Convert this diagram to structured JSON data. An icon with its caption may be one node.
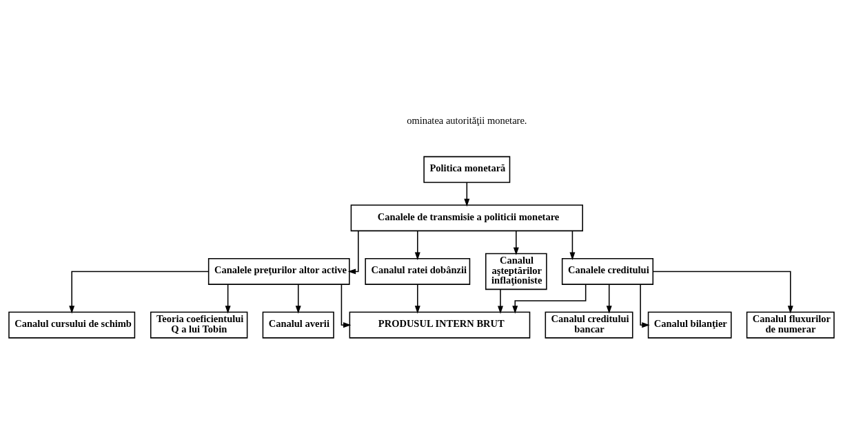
{
  "diagram": {
    "nodes": [
      {
        "text": [
          "Politica monetară"
        ]
      },
      {
        "text": [
          "Canalele de transmisie a politicii monetare"
        ]
      },
      {
        "text": [
          "Canalul ratei dobânzii"
        ]
      },
      {
        "text": [
          "Canalele preţurilor altor active"
        ]
      },
      {
        "text": [
          "Canalele creditului"
        ]
      },
      {
        "text": [
          "Canalul cursului de schimb"
        ]
      },
      {
        "text": [
          "Teoria coeficientului Q a lui Tobin"
        ]
      },
      {
        "text": [
          "Canalul averii"
        ]
      },
      {
        "text": [
          "Canalul creditului bancar"
        ]
      },
      {
        "text": [
          "Canalul bilanţier"
        ]
      },
      {
        "text": [
          "Canalul fluxurilor de numerar"
        ]
      },
      {
        "text": [
          "Canalul aşteptărilor inflaţioniste"
        ]
      },
      {
        "text": [
          "PRODUSUL INTERN BRUT"
        ]
      }
    ],
    "edges": [
      {
        "from": 0,
        "to": 1,
        "arrow": "to"
      },
      {
        "from": 1,
        "to": 2,
        "arrow": "to"
      },
      {
        "from": 1,
        "to": 3,
        "arrow": "to"
      },
      {
        "from": 1,
        "to": 4,
        "arrow": "to"
      },
      {
        "from": 1,
        "to": 11,
        "arrow": "to"
      },
      {
        "from": 3,
        "to": 5,
        "arrow": "to"
      },
      {
        "from": 3,
        "to": 6,
        "arrow": "to"
      },
      {
        "from": 3,
        "to": 7,
        "arrow": "to"
      },
      {
        "from": 4,
        "to": 8,
        "arrow": "to"
      },
      {
        "from": 4,
        "to": 9,
        "arrow": "to"
      },
      {
        "from": 4,
        "to": 10,
        "arrow": "to"
      },
      {
        "from": 3,
        "to": 12,
        "arrow": "to"
      },
      {
        "from": 11,
        "to": 12,
        "arrow": "to"
      },
      {
        "from": 2,
        "to": 12,
        "arrow": "to"
      },
      {
        "from": 4,
        "to": 12,
        "arrow": "to"
      }
    ],
    "labels": [
      "ominatea autorităţii monetare."
    ]
  }
}
